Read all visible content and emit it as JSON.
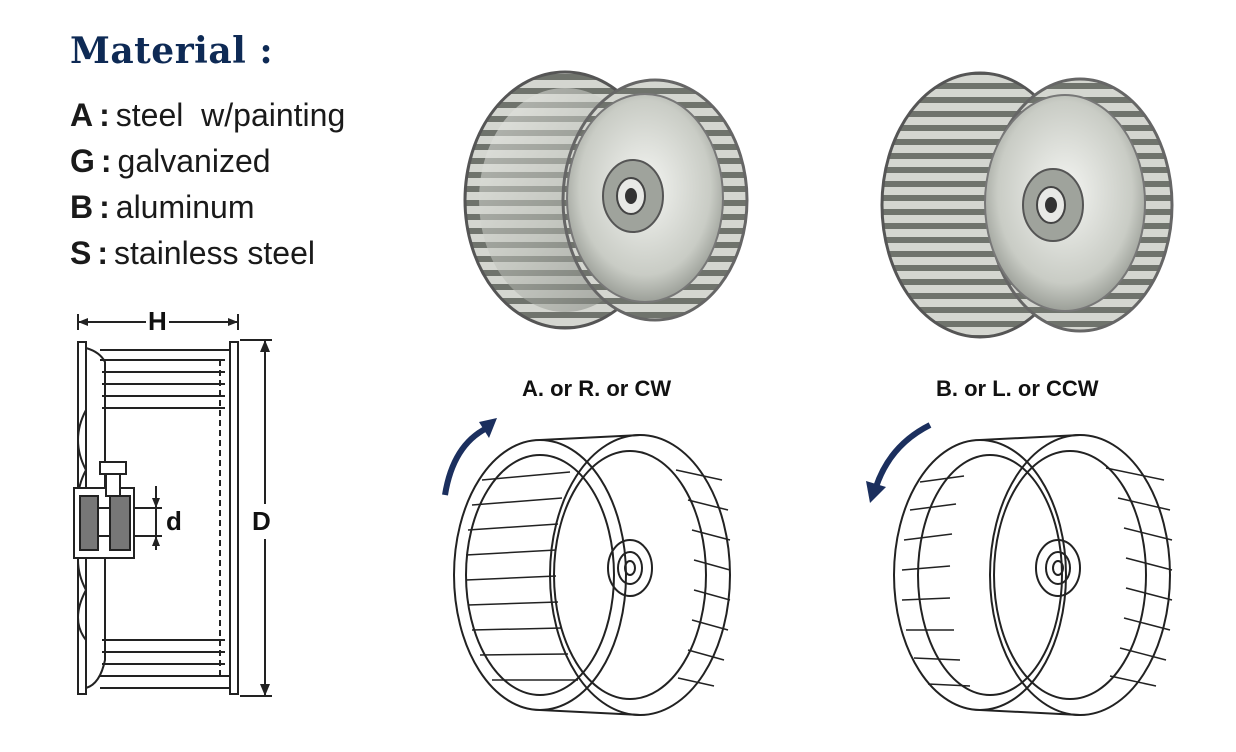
{
  "material": {
    "title": "Material :",
    "items": [
      {
        "code": "A",
        "sep": ":",
        "desc": "steel  w/painting"
      },
      {
        "code": "G",
        "sep": ":",
        "desc": "galvanized"
      },
      {
        "code": "B",
        "sep": ":",
        "desc": "aluminum"
      },
      {
        "code": "S",
        "sep": ":",
        "desc": "stainless steel"
      }
    ]
  },
  "dimensions": {
    "width_label": "H",
    "diameter_label": "D",
    "bore_label": "d"
  },
  "rotation": {
    "clockwise_label": "A. or R. or CW",
    "counterclockwise_label": "B. or L. or CCW",
    "arrow_color": "#1b2f5e"
  },
  "colors": {
    "title": "#0e2a55",
    "metal_light": "#e6e8e4",
    "metal_dark": "#6b6f6a",
    "line": "#222222"
  }
}
